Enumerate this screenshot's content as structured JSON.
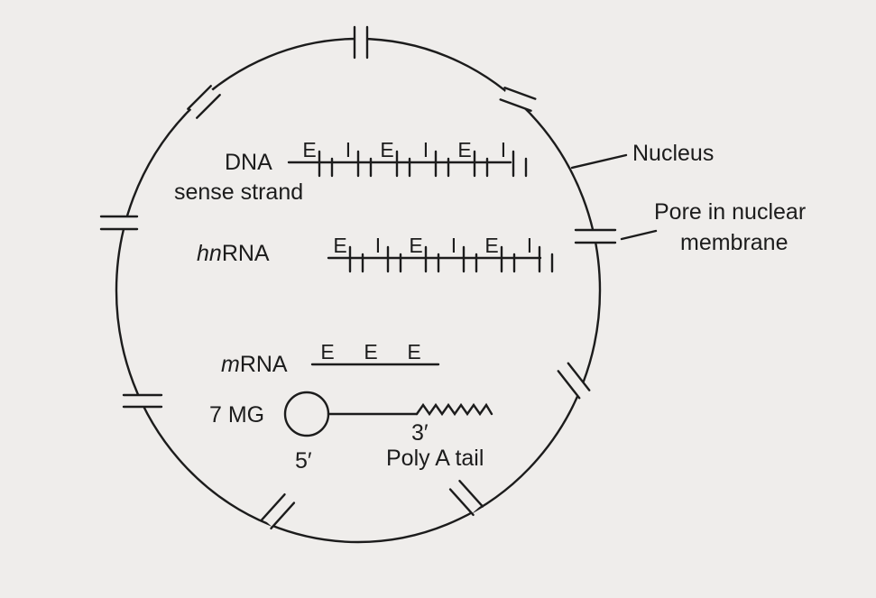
{
  "labels": {
    "nucleus": "Nucleus",
    "pore_line1": "Pore in nuclear",
    "pore_line2": "membrane",
    "dna_line1": "DNA",
    "dna_line2": "sense strand",
    "hnrna_prefix": "hn",
    "hnrna_suffix": "RNA",
    "mrna_prefix": "m",
    "mrna_suffix": "RNA",
    "cap": "7 MG",
    "five_prime": "5′",
    "three_prime": "3′",
    "poly_a": "Poly A tail"
  },
  "dna_segments": [
    "E",
    "I",
    "E",
    "I",
    "E",
    "I"
  ],
  "hnrna_segments": [
    "E",
    "I",
    "E",
    "I",
    "E",
    "I"
  ],
  "mrna_segments": [
    "E",
    "E",
    "E"
  ],
  "colors": {
    "ink": "#1c1c1c",
    "paper": "#efedeb"
  }
}
